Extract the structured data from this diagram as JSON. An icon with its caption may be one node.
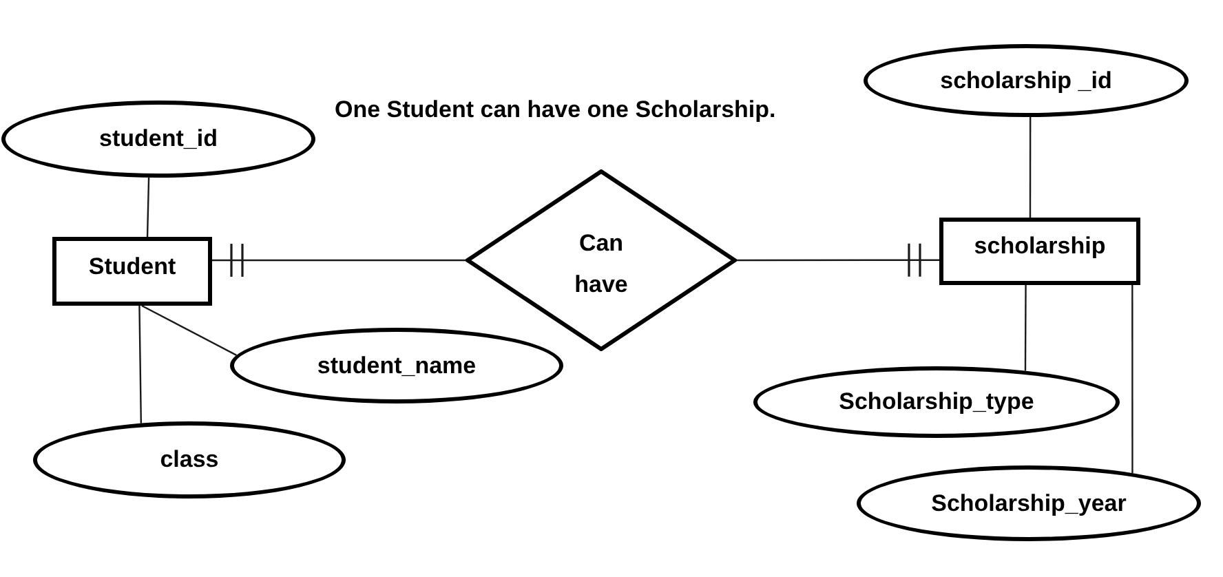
{
  "diagram": {
    "title": "One Student can have one Scholarship.",
    "nodes": [
      {
        "text": [
          "student_id"
        ]
      },
      {
        "text": [
          "Student"
        ]
      },
      {
        "text": [
          "Can have"
        ]
      },
      {
        "text": [
          "scholarship _id"
        ]
      },
      {
        "text": [
          "scholarship"
        ]
      },
      {
        "text": [
          "student_name"
        ]
      },
      {
        "text": [
          "class"
        ]
      },
      {
        "text": [
          "Scholarship_type"
        ]
      },
      {
        "text": [
          "Scholarship_year"
        ]
      }
    ],
    "edges": [
      {
        "from": 0,
        "to": 1,
        "arrow": "none"
      },
      {
        "from": 2,
        "to": 1,
        "arrow": "other"
      },
      {
        "from": 2,
        "to": 4,
        "arrow": "other"
      },
      {
        "from": 3,
        "to": 4,
        "arrow": "none"
      },
      {
        "from": 1,
        "to": 5,
        "arrow": "none"
      },
      {
        "from": 1,
        "to": 6,
        "arrow": "none"
      },
      {
        "from": 4,
        "to": 7,
        "arrow": "none"
      },
      {
        "from": 4,
        "to": 8,
        "arrow": "none"
      }
    ]
  }
}
